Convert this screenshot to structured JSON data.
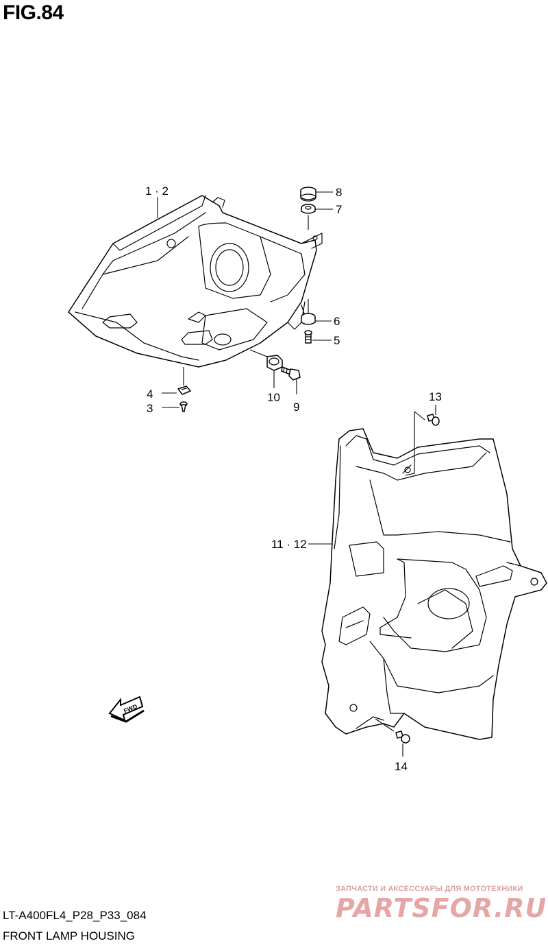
{
  "figure": {
    "title": "FIG.84"
  },
  "callouts": {
    "c1_2": "1 · 2",
    "c3": "3",
    "c4": "4",
    "c5": "5",
    "c6": "6",
    "c7": "7",
    "c8": "8",
    "c9": "9",
    "c10": "10",
    "c11_12": "11 · 12",
    "c13": "13",
    "c14": "14"
  },
  "direction_badge": "FWD",
  "footer": {
    "code": "LT-A400FL4_P28_P33_084",
    "name": "FRONT LAMP HOUSING"
  },
  "watermark": {
    "tagline": "ЗАПЧАСТИ И АКСЕССУАРЫ ДЛЯ МОТОТЕХНИКИ",
    "logo": "PARTSFOR.RU"
  }
}
